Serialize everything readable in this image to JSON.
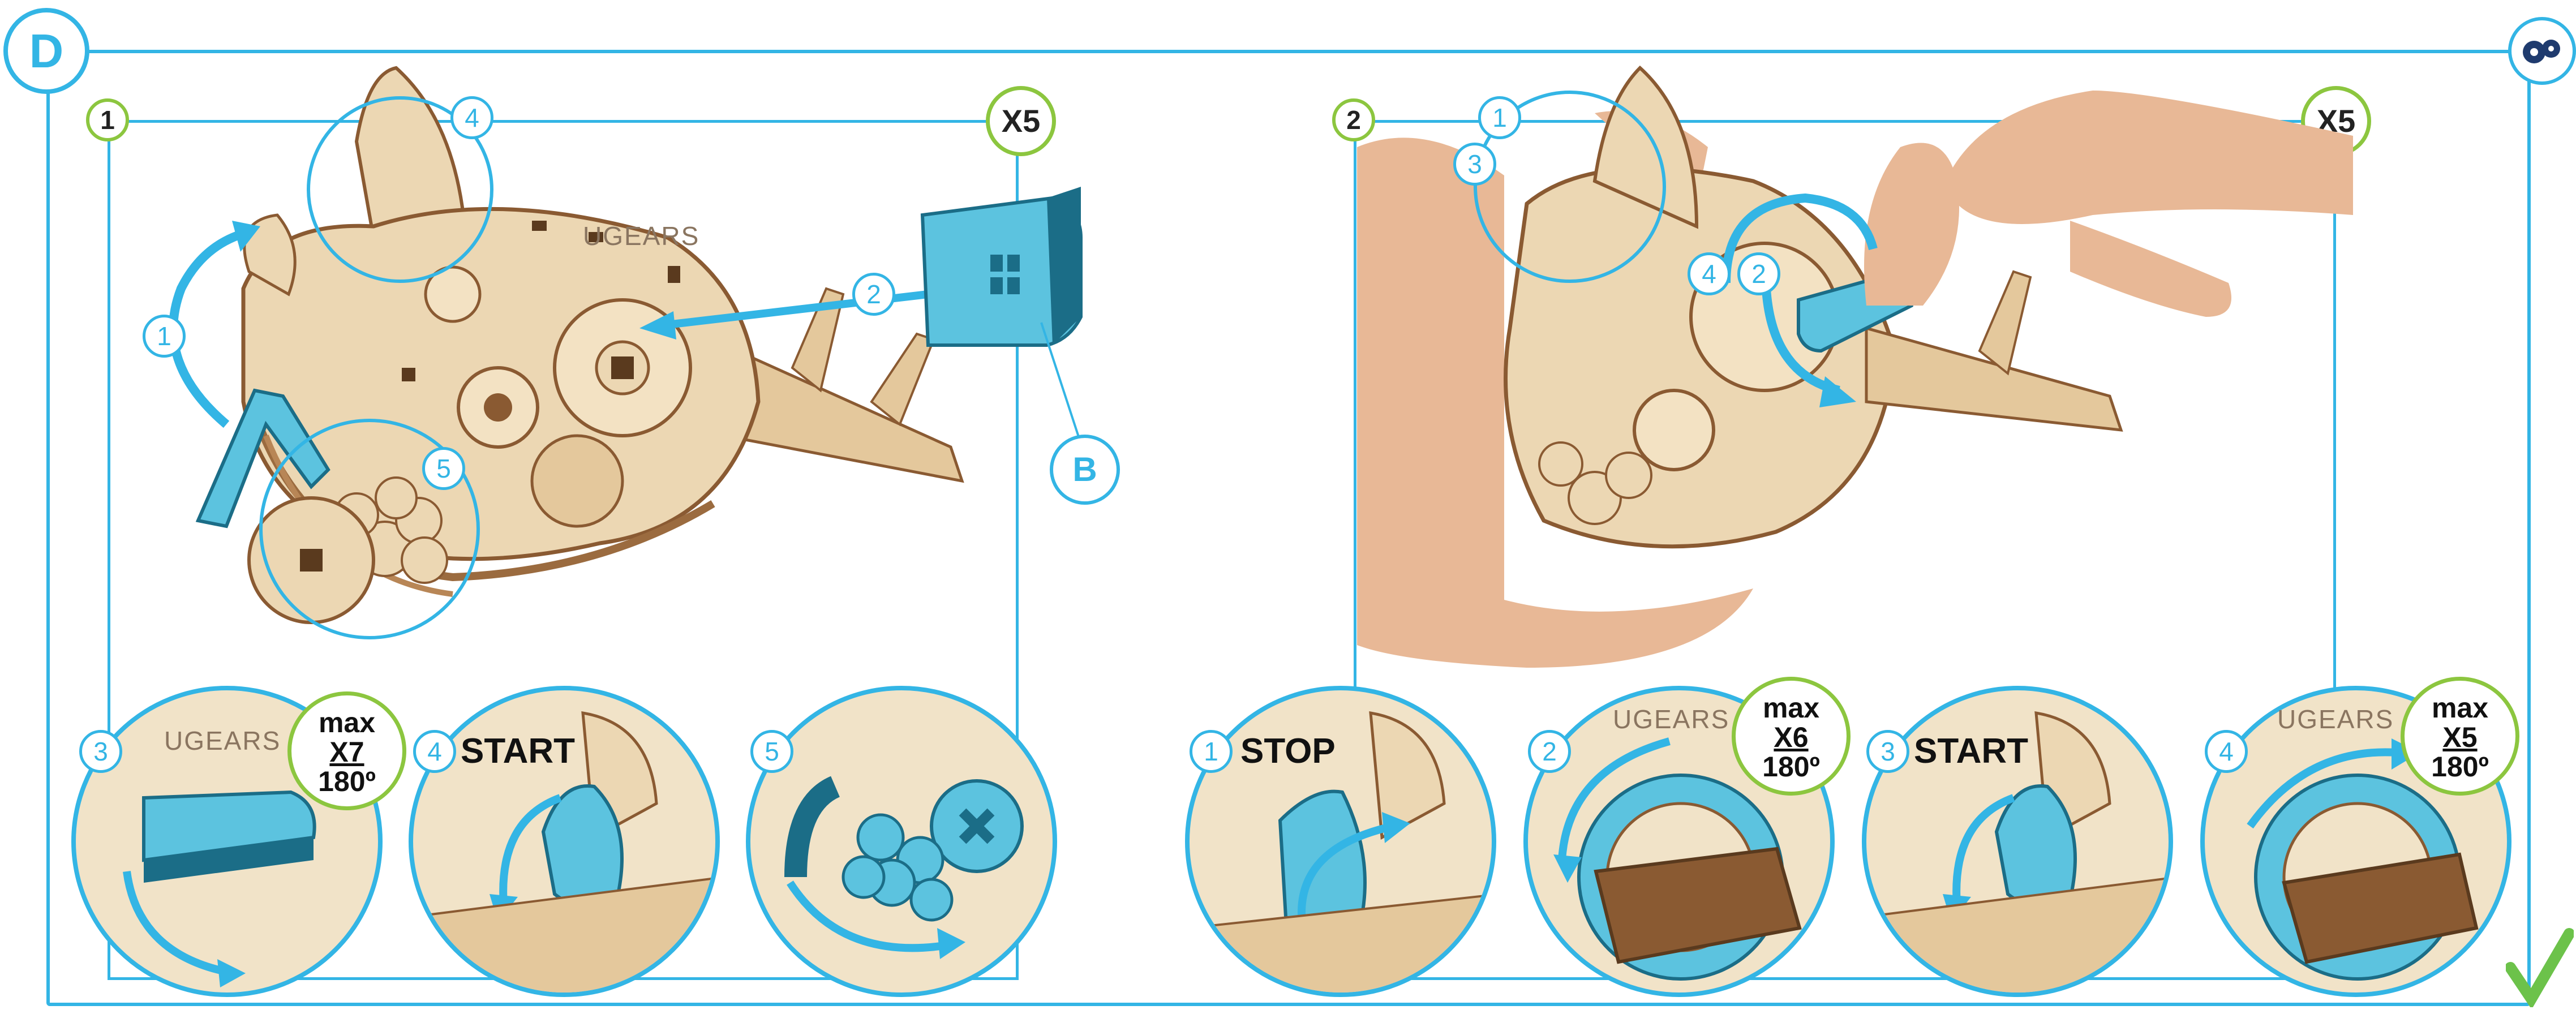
{
  "section_letter": "D",
  "steps": [
    {
      "number": "1",
      "repeat": "X5",
      "part_label": "B",
      "callouts": [
        "1",
        "2",
        "4",
        "5"
      ],
      "logo": "UGEARS",
      "stop_mark": "START|STOP",
      "sub_steps": [
        {
          "number": "3",
          "logo": "UGEARS",
          "max_label": "max",
          "max_count": "X7",
          "max_angle": "180º"
        },
        {
          "number": "4",
          "label": "START",
          "mark": "START|STOP"
        },
        {
          "number": "5"
        }
      ]
    },
    {
      "number": "2",
      "repeat": "X5",
      "callouts": [
        "1",
        "3",
        "4",
        "2"
      ],
      "sub_steps": [
        {
          "number": "1",
          "label": "STOP",
          "mark": "START|STOP"
        },
        {
          "number": "2",
          "logo": "UGEARS",
          "max_label": "max",
          "max_count": "X6",
          "max_angle": "180º"
        },
        {
          "number": "3",
          "label": "START",
          "mark": "START|STOP"
        },
        {
          "number": "4",
          "logo": "UGEARS",
          "max_label": "max",
          "max_count": "X5",
          "max_angle": "180º"
        }
      ]
    }
  ],
  "icons": {
    "settings": "gears-icon",
    "done": "checkmark-icon"
  },
  "colors": {
    "accent_blue": "#33b5e5",
    "badge_green": "#8cc63f",
    "wood": "#e9d3ad",
    "wood_dark": "#8a5a32",
    "hand": "#e8b896",
    "part_blue": "#5cc3df"
  }
}
